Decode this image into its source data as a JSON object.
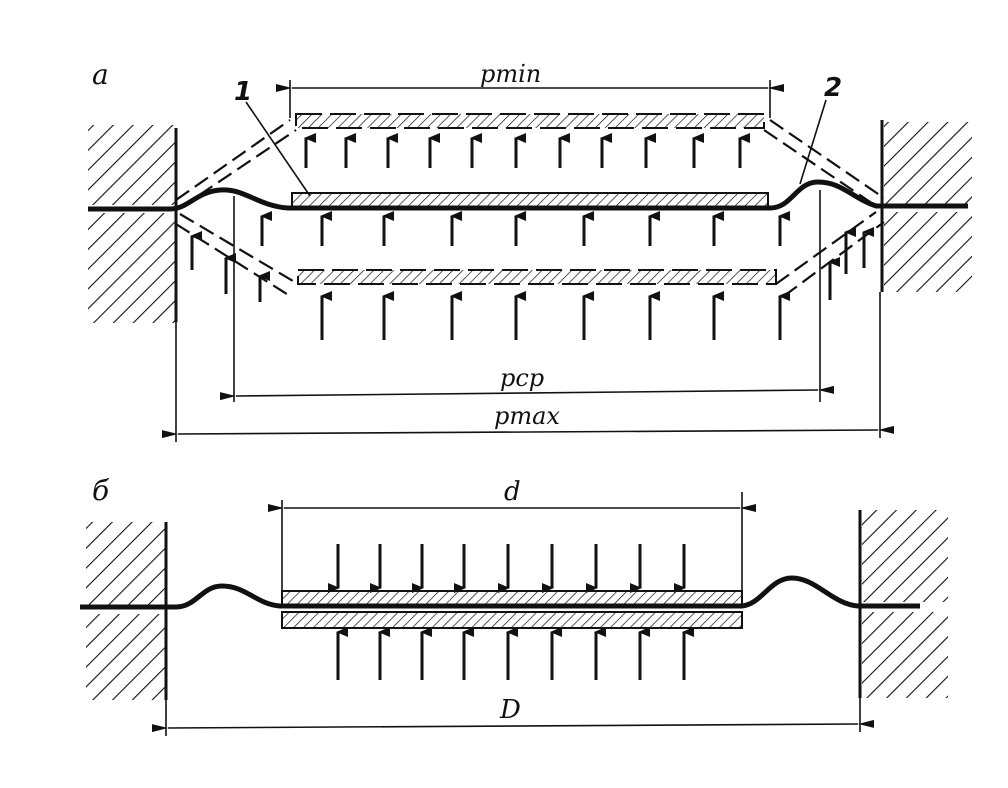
{
  "colors": {
    "ink": "#111111",
    "background": "#ffffff"
  },
  "panel_a": {
    "letter": "а",
    "part_1": "1",
    "part_2": "2",
    "dim_min": "pmin",
    "dim_cp": "pcp",
    "dim_max": "pmax"
  },
  "panel_b": {
    "letter": "б",
    "dim_d": "d",
    "dim_D": "D"
  }
}
